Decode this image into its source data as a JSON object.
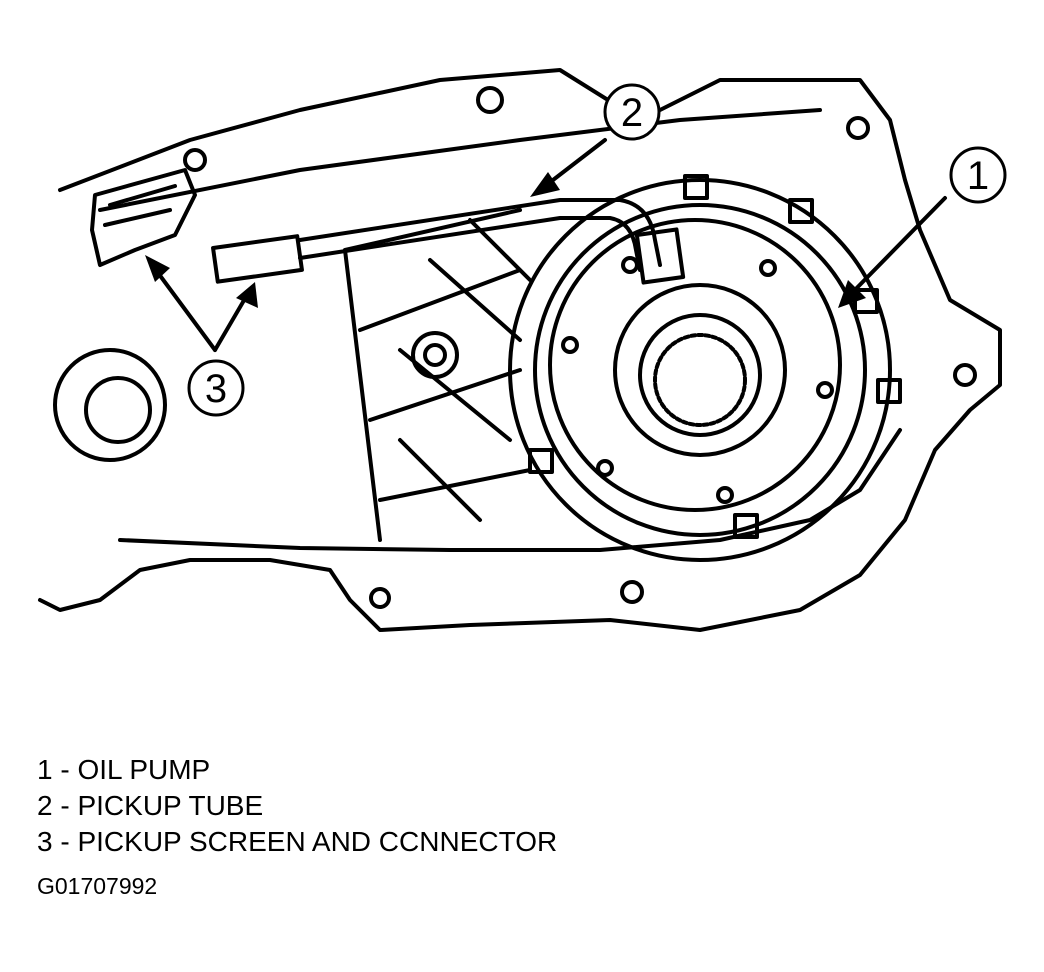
{
  "callouts": [
    {
      "number": "1"
    },
    {
      "number": "2"
    },
    {
      "number": "3"
    }
  ],
  "legend": [
    {
      "number": "1",
      "separator": " - ",
      "label": "OIL PUMP"
    },
    {
      "number": "2",
      "separator": " - ",
      "label": "PICKUP TUBE"
    },
    {
      "number": "3",
      "separator": " - ",
      "label": "PICKUP SCREEN AND CCNNECTOR"
    }
  ],
  "figure_id": "G01707992",
  "colors": {
    "ink": "#000000",
    "paper": "#ffffff"
  }
}
